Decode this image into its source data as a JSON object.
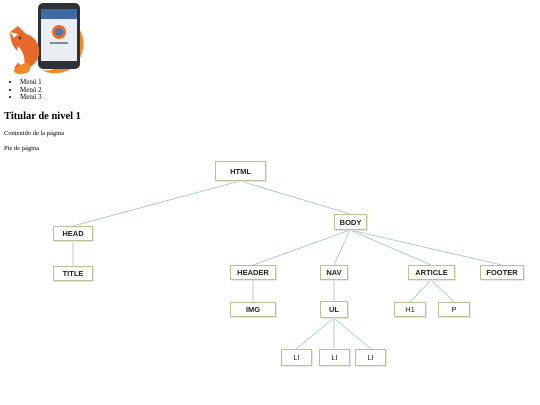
{
  "menu": {
    "items": [
      "Menú 1",
      "Menú 2",
      "Menú 3"
    ]
  },
  "heading": "Titular de nivel 1",
  "content": "Contenido de la página",
  "footer": "Pie de página",
  "colors": {
    "edge": "#9cc3c8",
    "node_border": "#bfbf96"
  },
  "tree": {
    "html": "HTML",
    "head": "HEAD",
    "body": "BODY",
    "title": "TITLE",
    "header": "HEADER",
    "nav": "NAV",
    "article": "ARTICLE",
    "footer": "FOOTER",
    "img": "IMG",
    "ul": "UL",
    "h1": "H1",
    "p": "P",
    "li1": "LI",
    "li2": "LI",
    "li3": "LI"
  }
}
